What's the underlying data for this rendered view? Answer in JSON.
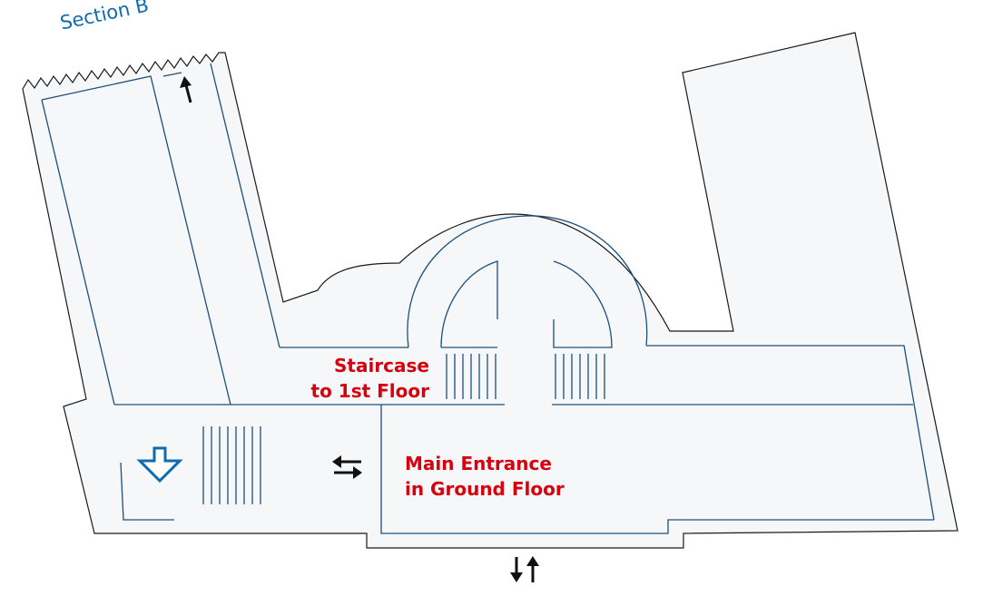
{
  "section_label": "Section B",
  "staircase_label": [
    "Staircase",
    "to 1st Floor"
  ],
  "entrance_label": [
    "Main Entrance",
    "in Ground Floor"
  ],
  "colors": {
    "label_red": "#d6000f",
    "section_blue": "#0b6db0",
    "inner_wall": "#1c4f7c",
    "outline": "#1a1a1a",
    "floor_fill": "#f6f7f8",
    "down_arrow": "#0b6db0"
  },
  "icons": {
    "north_arrow": "arrow-up-icon",
    "entrance_arrows": "arrows-left-right-icon",
    "down_arrow": "down-arrow-icon",
    "bottom_arrows": "arrows-up-down-icon"
  }
}
